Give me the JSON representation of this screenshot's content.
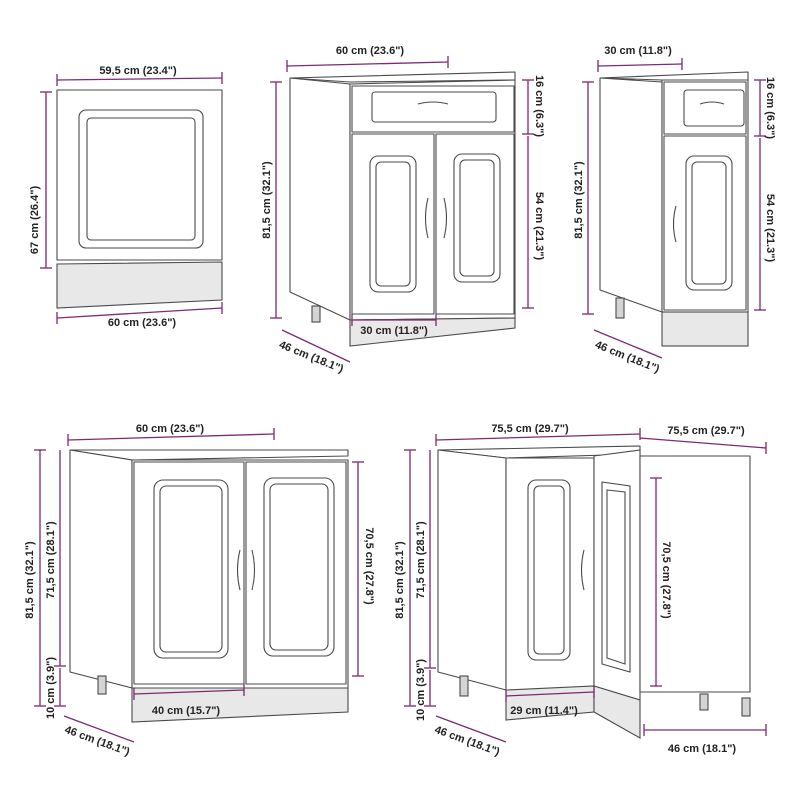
{
  "colors": {
    "dimension_line": "#7b2a73",
    "outline": "#4a4a4a",
    "plinth": "#e8e8e8"
  },
  "oven_cabinet": {
    "top_width": "59,5 cm (23.4\")",
    "door_height": "67 cm (26.4\")",
    "bottom_width": "60 cm (23.6\")"
  },
  "drawer_cabinet_60": {
    "width": "60 cm (23.6\")",
    "drawer_height": "16 cm (6.3\")",
    "total_height": "81,5 cm (32.1\")",
    "door_height": "54 cm (21.3\")",
    "door_width": "30 cm (11.8\")",
    "depth": "46 cm (18.1\")"
  },
  "drawer_cabinet_30": {
    "width": "30 cm (11.8\")",
    "drawer_height": "16 cm (6.3\")",
    "total_height": "81,5 cm (32.1\")",
    "door_height": "54 cm (21.3\")",
    "depth": "46 cm (18.1\")"
  },
  "sink_cabinet": {
    "width": "60 cm (23.6\")",
    "total_height": "81,5 cm (32.1\")",
    "body_height": "71,5 cm (28.1\")",
    "door_height": "70,5 cm (27.8\")",
    "leg_height": "10 cm (3.9\")",
    "door_width": "40 cm (15.7\")",
    "depth": "46 cm (18.1\")"
  },
  "corner_cabinet": {
    "width_front": "75,5 cm (29.7\")",
    "width_side": "75,5 cm (29.7\")",
    "total_height": "81,5 cm (32.1\")",
    "body_height": "71,5 cm (28.1\")",
    "door_height": "70,5 cm (27.8\")",
    "leg_height": "10 cm (3.9\")",
    "door_width": "29 cm (11.4\")",
    "depth_left": "46 cm (18.1\")",
    "depth_right": "46 cm (18.1\")"
  }
}
